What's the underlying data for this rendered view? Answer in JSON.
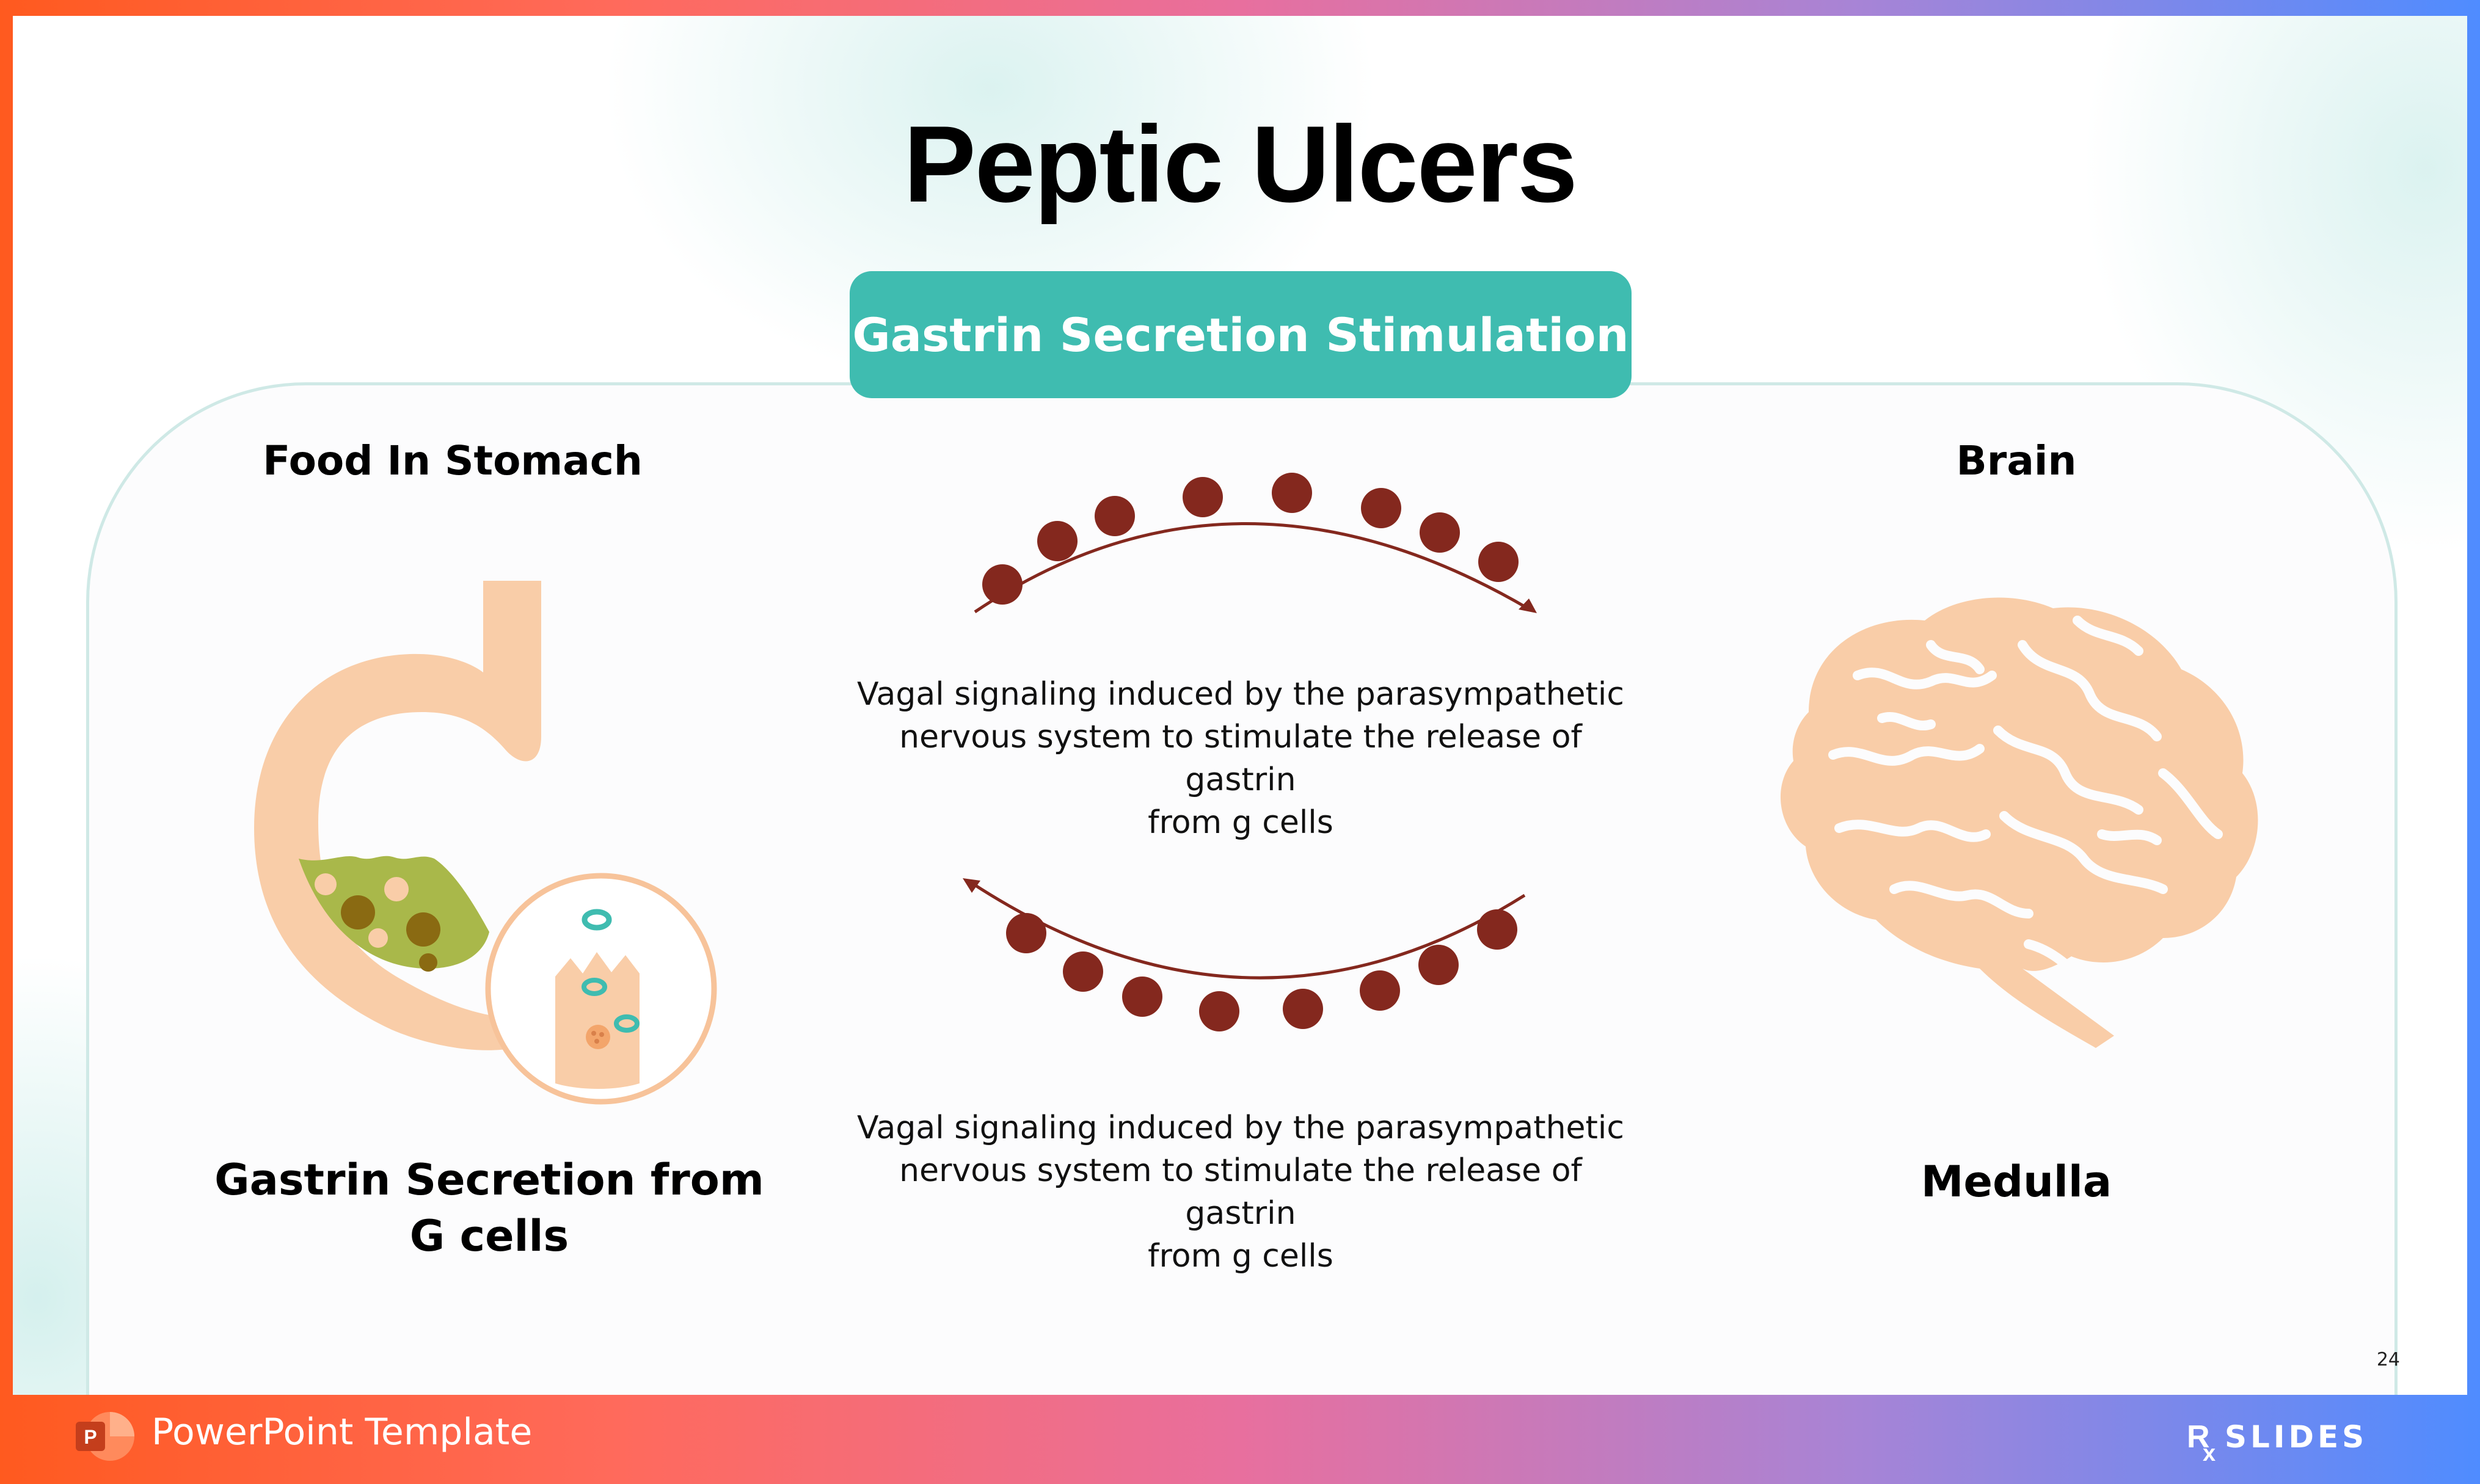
{
  "slide": {
    "title": "Peptic Ulcers",
    "header_pill": "Gastrin Secretion Stimulation",
    "labels": {
      "food_in_stomach": "Food In Stomach",
      "brain": "Brain",
      "gastrin_from_g_cells_line1": "Gastrin Secretion from",
      "gastrin_from_g_cells_line2": "G cells",
      "medulla": "Medulla"
    },
    "descriptions": {
      "top": [
        "Vagal signaling induced by the parasympathetic",
        "nervous system to stimulate the release of gastrin",
        "from g cells"
      ],
      "bottom": [
        "Vagal signaling induced by the parasympathetic",
        "nervous system to stimulate the release of gastrin",
        "from g cells"
      ]
    },
    "page_number": "24"
  },
  "footer": {
    "template_label": "PowerPoint Template",
    "brand_logo_text": "RxSLIDES"
  },
  "colors": {
    "accent_teal": "#3fbcb0",
    "arc_dots": "#84281e",
    "organ_fill": "#f9cda8",
    "stomach_contents": "#a9b84a"
  },
  "icons": [
    "stomach-illustration",
    "g-cell-illustration",
    "brain-illustration",
    "powerpoint-icon"
  ]
}
